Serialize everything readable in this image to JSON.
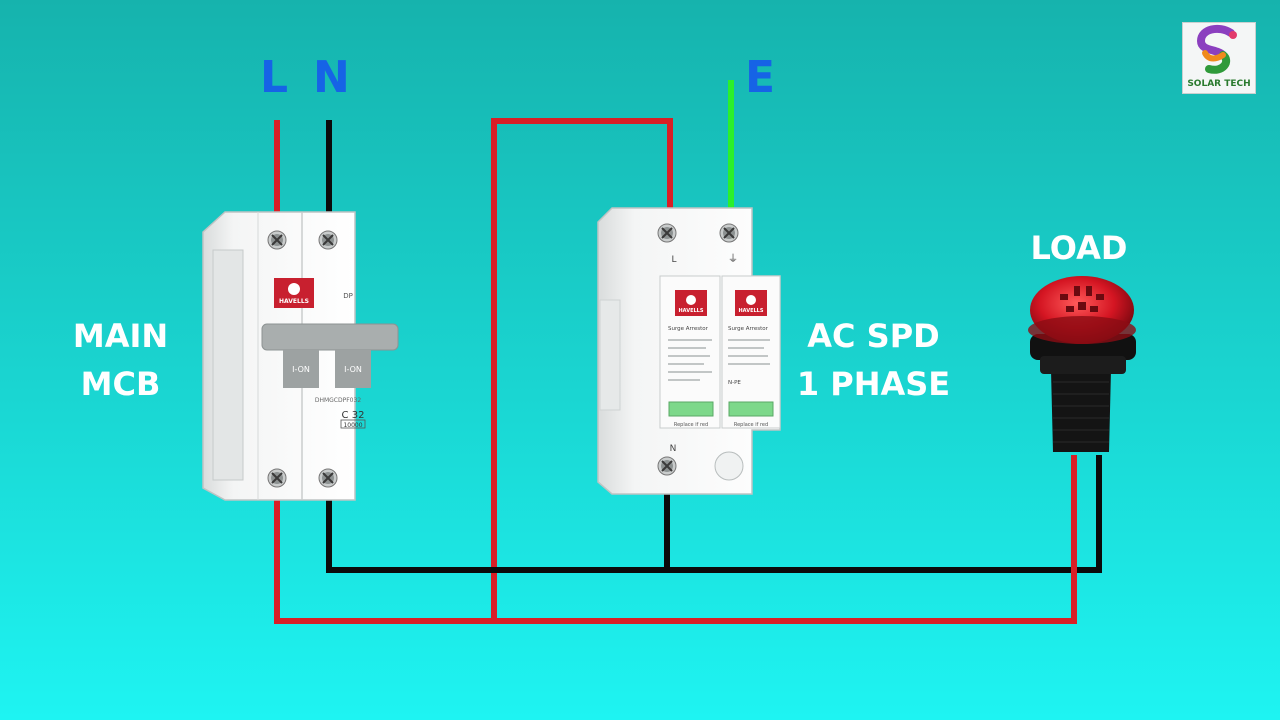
{
  "labels": {
    "line": "L",
    "neutral": "N",
    "earth": "E",
    "mcb_line1": "MAIN",
    "mcb_line2": "MCB",
    "spd_line1": "AC SPD",
    "spd_line2": "1 PHASE",
    "load": "LOAD"
  },
  "logo": {
    "text": "SOLAR TECH"
  },
  "mcb": {
    "brand": "HAVELLS",
    "dp_mark": "DP",
    "pole_left": "I-ON",
    "pole_right": "I-ON",
    "model": "DHMGCDPF032",
    "rating": "C 32",
    "breaking_capacity": "10000"
  },
  "spd": {
    "brand_left": "HAVELLS",
    "brand_right": "HAVELLS",
    "terminal_l": "L",
    "terminal_n": "N",
    "module_title_left": "Surge Arrestor",
    "module_title_right": "Surge Arrestor",
    "replace_left": "Replace if red",
    "replace_right": "Replace if red",
    "module_np": "N-PE"
  },
  "colors": {
    "background": "#1ac6c2",
    "live_wire": "#d81f26",
    "neutral_wire": "#0b0b0b",
    "earth_wire": "#2bf02b",
    "label_blue": "#1663e6",
    "brand_red": "#c8202f",
    "indicator_green": "#7dd88a",
    "load_lamp": "#d81e2a"
  }
}
